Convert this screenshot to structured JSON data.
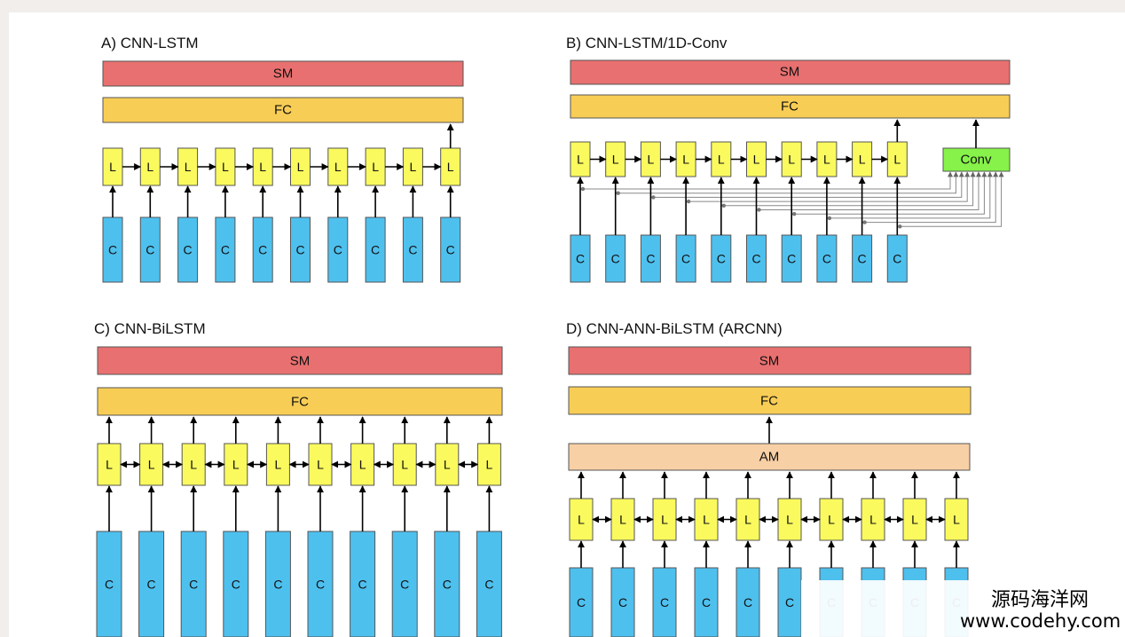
{
  "diagram": {
    "panels": [
      {
        "id": "a",
        "title": "A) CNN-LSTM",
        "sm_label": "SM",
        "fc_label": "FC",
        "l_label": "L",
        "c_label": "C",
        "cell_count": 10,
        "bidirectional": false,
        "output": "last"
      },
      {
        "id": "b",
        "title": "B) CNN-LSTM/1D-Conv",
        "sm_label": "SM",
        "fc_label": "FC",
        "l_label": "L",
        "c_label": "C",
        "conv_label": "Conv",
        "cell_count": 10,
        "bidirectional": false,
        "output": "last"
      },
      {
        "id": "c",
        "title": "C) CNN-BiLSTM",
        "sm_label": "SM",
        "fc_label": "FC",
        "l_label": "L",
        "c_label": "C",
        "cell_count": 10,
        "bidirectional": true,
        "output": "all"
      },
      {
        "id": "d",
        "title": "D) CNN-ANN-BiLSTM (ARCNN)",
        "sm_label": "SM",
        "fc_label": "FC",
        "am_label": "AM",
        "l_label": "L",
        "c_label": "C",
        "cell_count": 10,
        "bidirectional": true,
        "output": "all"
      }
    ],
    "colors": {
      "sm": "#e97070",
      "fc": "#f8cd55",
      "am": "#f8d0a6",
      "lstm": "#fafa5e",
      "cnn": "#4ec0ee",
      "conv": "#86f24a"
    }
  },
  "watermark": {
    "name": "源码海洋网",
    "url": "www.codehy.com"
  }
}
